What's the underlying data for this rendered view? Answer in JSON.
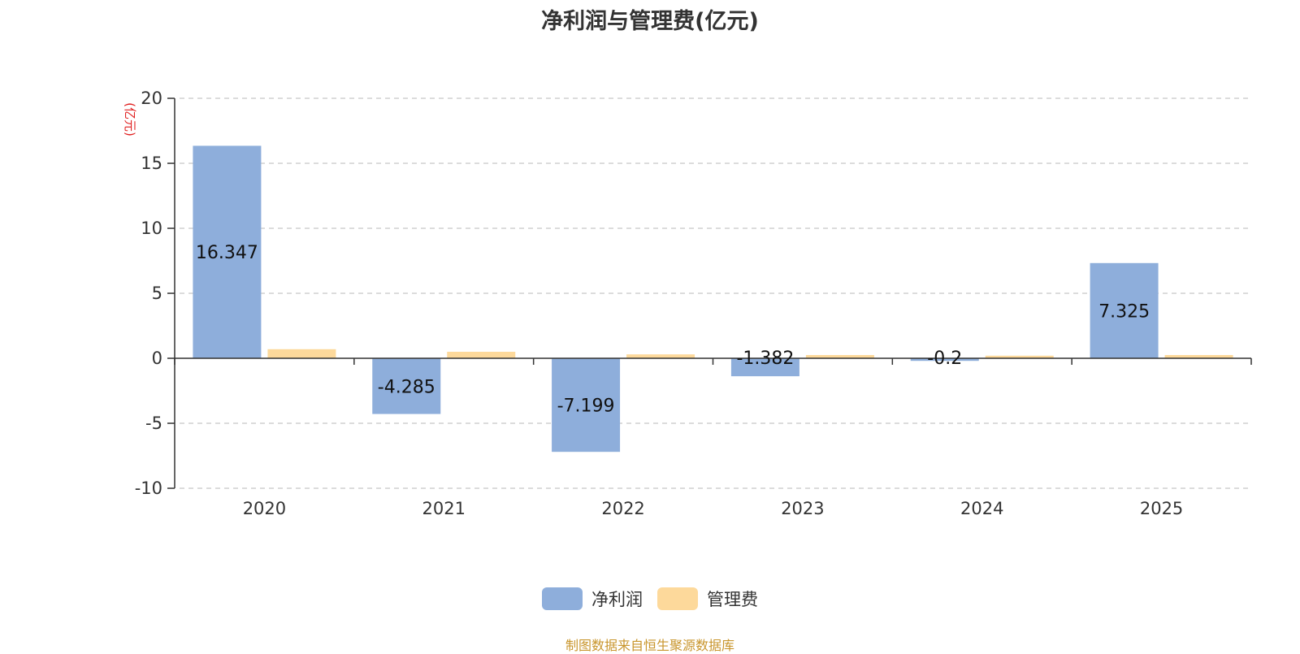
{
  "chart_data": {
    "type": "bar",
    "title": "净利润与管理费(亿元)",
    "ylabel": "(亿元)",
    "xlabel": "",
    "categories": [
      "2020",
      "2021",
      "2022",
      "2023",
      "2024",
      "2025"
    ],
    "ylim": [
      -10,
      20
    ],
    "yticks": [
      -10,
      -5,
      0,
      5,
      10,
      15,
      20
    ],
    "grid": true,
    "legend_position": "bottom-center",
    "series": [
      {
        "name": "净利润",
        "color": "#8eaedb",
        "values": [
          16.347,
          -4.285,
          -7.199,
          -1.382,
          -0.2,
          7.325
        ],
        "labels": [
          "16.347",
          "-4.285",
          "-7.199",
          "-1.382",
          "-0.2",
          "7.325"
        ]
      },
      {
        "name": "管理费",
        "color": "#fdd99b",
        "values": [
          0.7,
          0.5,
          0.3,
          0.25,
          0.2,
          0.25
        ]
      }
    ]
  },
  "source_note": "制图数据来自恒生聚源数据库"
}
